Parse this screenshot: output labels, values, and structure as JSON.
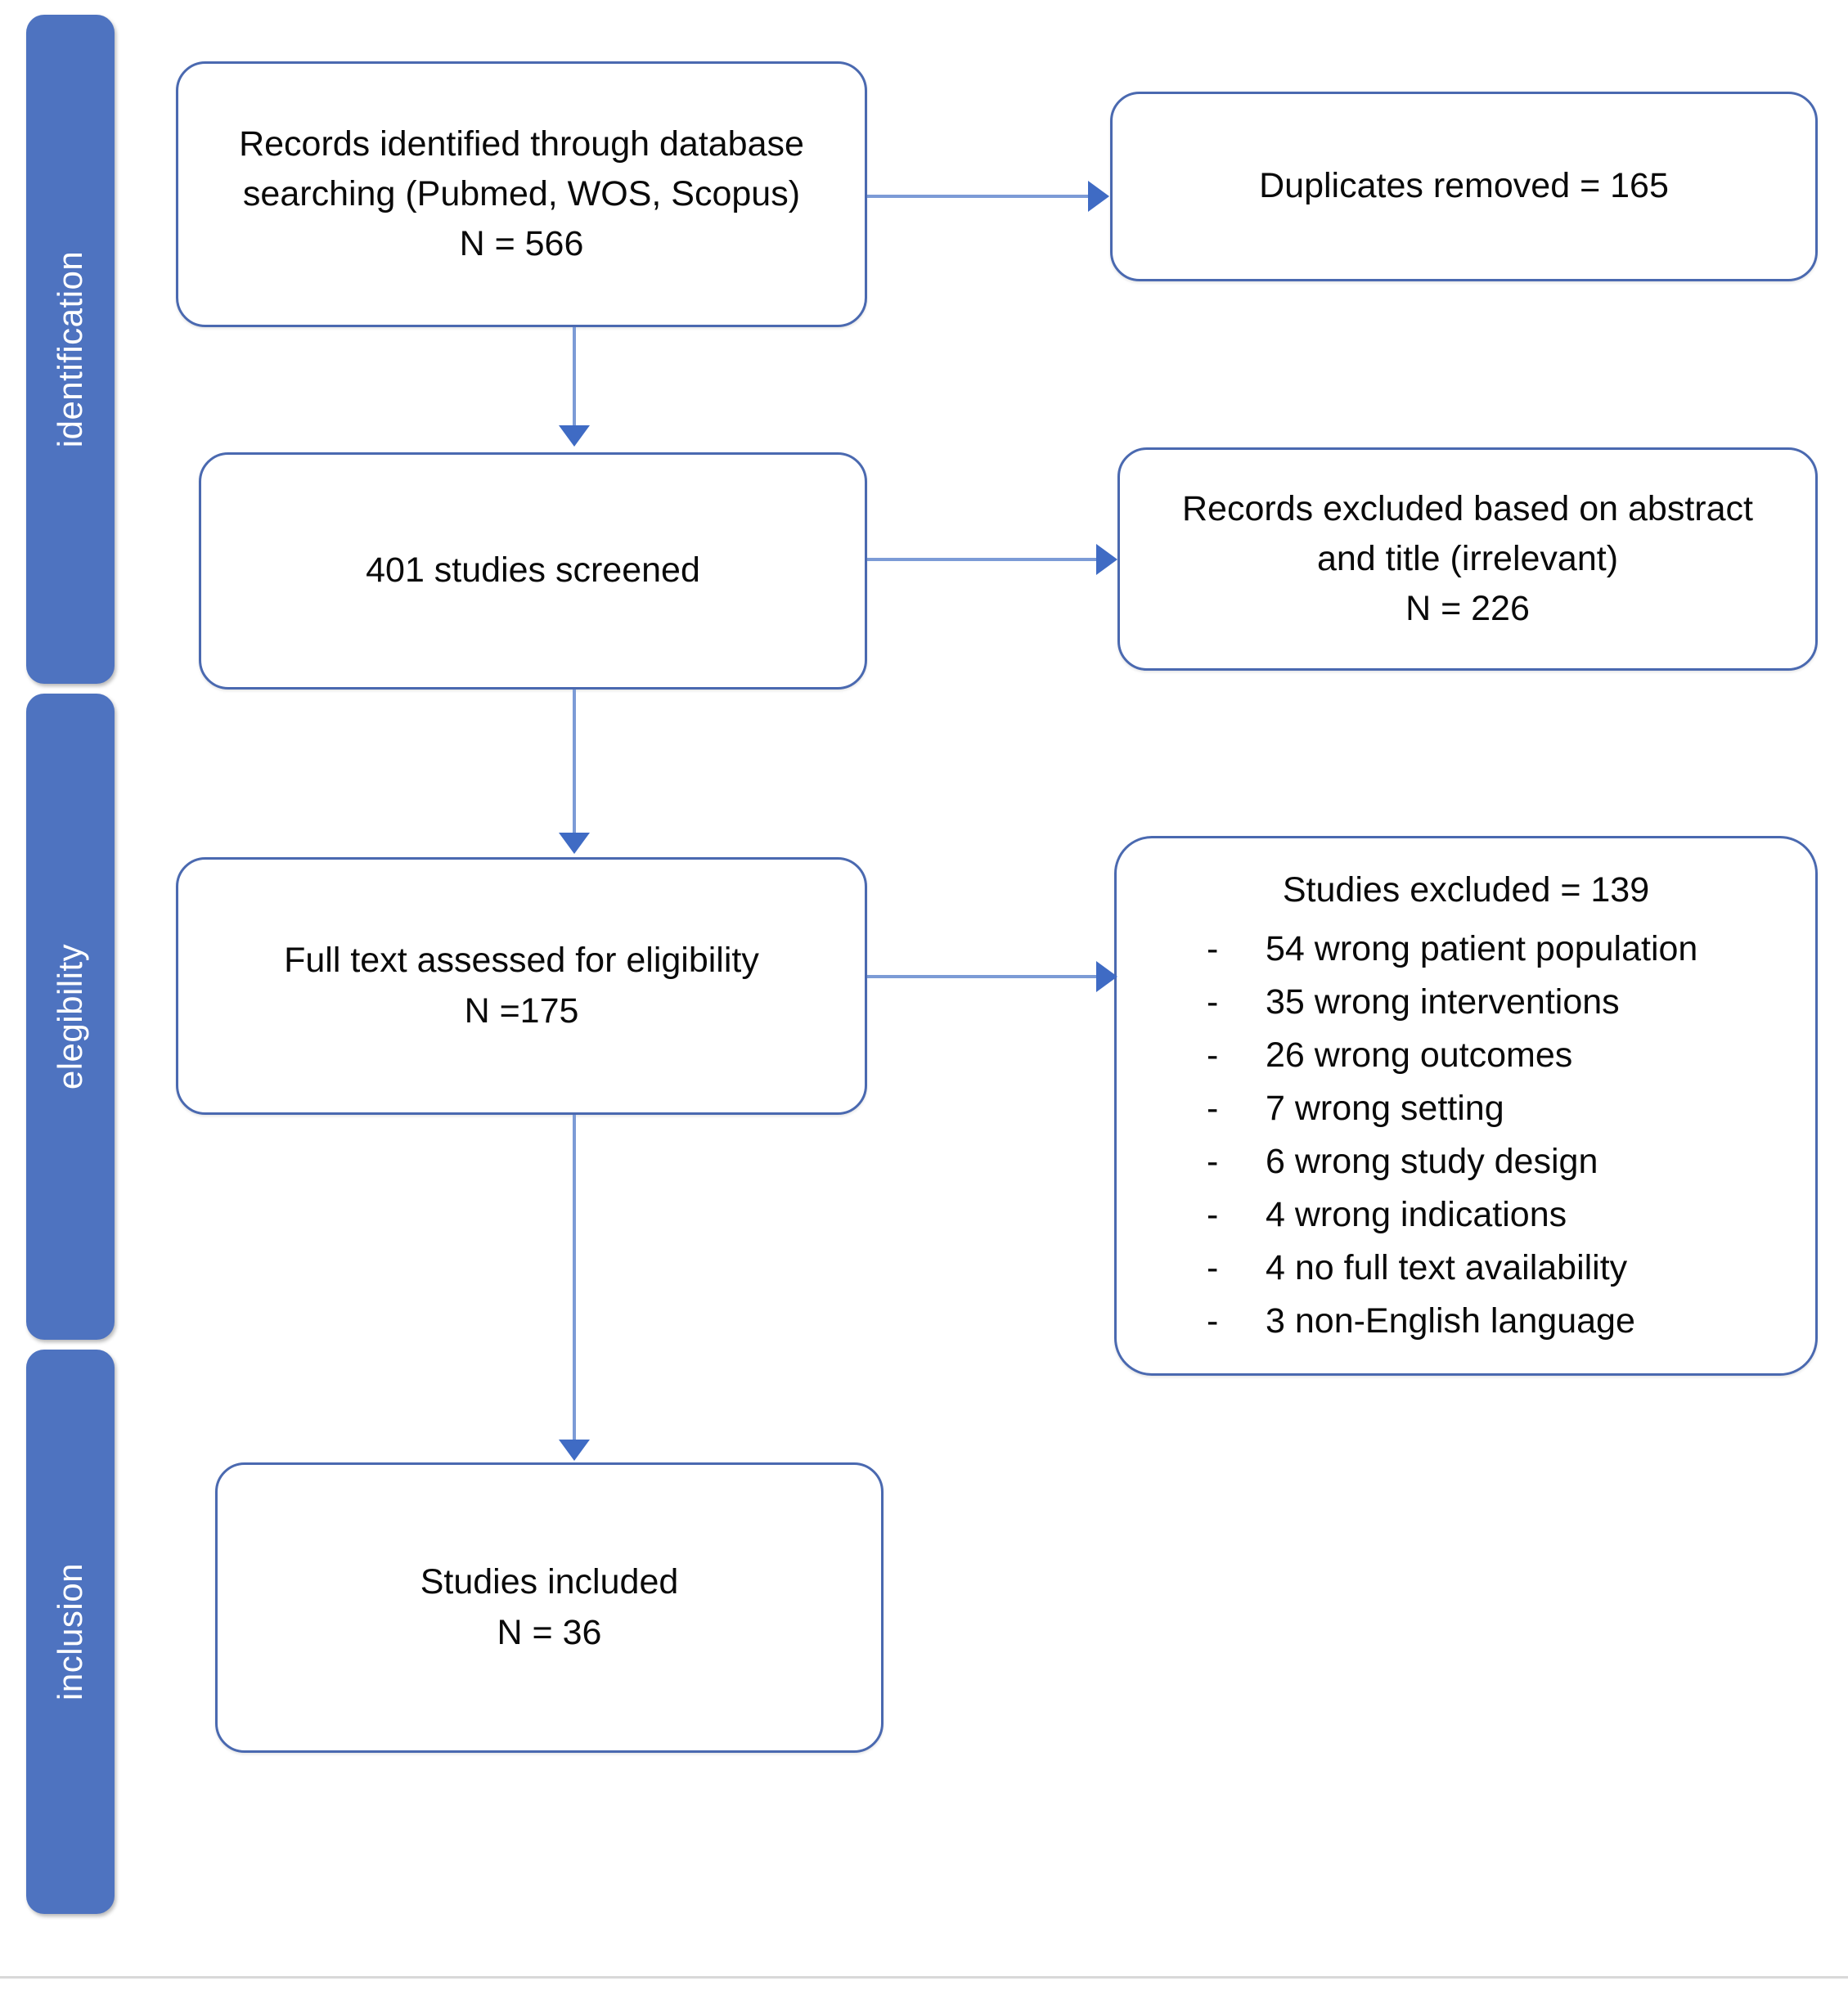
{
  "diagram": {
    "title": "PRISMA study selection flow diagram",
    "colors": {
      "stage_bar_fill": "#4E73C0",
      "stage_bar_text": "#FFFFFF",
      "box_border": "#4A69B0",
      "box_fill": "#FFFFFF",
      "connector_line": "#7C9BD6",
      "arrow_head": "#3F6BC4",
      "bottom_rule": "#D9D9D9"
    }
  },
  "stages": [
    {
      "id": "identification",
      "label": "identification"
    },
    {
      "id": "elegibility",
      "label": "elegibility"
    },
    {
      "id": "inclusion",
      "label": "inclusion"
    }
  ],
  "boxes": {
    "identified": {
      "name": "records-identified-box",
      "lines": [
        "Records identified through database",
        "searching (Pubmed, WOS, Scopus)",
        "N = 566"
      ]
    },
    "duplicates": {
      "name": "duplicates-removed-box",
      "lines": [
        "Duplicates removed = 165"
      ]
    },
    "screened": {
      "name": "studies-screened-box",
      "lines": [
        "401 studies screened"
      ]
    },
    "excluded_abstract": {
      "name": "records-excluded-abstract-box",
      "lines": [
        "Records excluded based on abstract",
        "and title (irrelevant)",
        "N = 226"
      ]
    },
    "fulltext": {
      "name": "full-text-assessed-box",
      "lines": [
        "Full text assessed for eligibility",
        "N =175"
      ]
    },
    "included": {
      "name": "studies-included-box",
      "lines": [
        "Studies included",
        "N = 36"
      ]
    },
    "excluded_list": {
      "name": "studies-excluded-list-box",
      "title": "Studies excluded = 139",
      "bullet": "-",
      "items": [
        "54 wrong patient population",
        "35 wrong interventions",
        "26 wrong outcomes",
        "7 wrong setting",
        "6 wrong study design",
        "4 wrong indications",
        "4 no full text availability",
        "3 non-English language"
      ]
    }
  },
  "chart_data": {
    "type": "table",
    "title": "PRISMA study selection flow",
    "stages": [
      "identification",
      "elegibility",
      "inclusion"
    ],
    "nodes": [
      {
        "id": "identified",
        "label": "Records identified through database searching (Pubmed, WOS, Scopus)",
        "n": 566,
        "stage": "identification"
      },
      {
        "id": "duplicates",
        "label": "Duplicates removed",
        "n": 165,
        "stage": "identification"
      },
      {
        "id": "screened",
        "label": "studies screened",
        "n": 401,
        "stage": "identification"
      },
      {
        "id": "excluded_abstract",
        "label": "Records excluded based on abstract and title (irrelevant)",
        "n": 226,
        "stage": "identification"
      },
      {
        "id": "fulltext",
        "label": "Full text assessed for eligibility",
        "n": 175,
        "stage": "elegibility"
      },
      {
        "id": "excluded_full",
        "label": "Studies excluded",
        "n": 139,
        "stage": "elegibility"
      },
      {
        "id": "included",
        "label": "Studies included",
        "n": 36,
        "stage": "inclusion"
      }
    ],
    "exclusion_reasons": [
      {
        "reason": "wrong patient population",
        "n": 54
      },
      {
        "reason": "wrong interventions",
        "n": 35
      },
      {
        "reason": "wrong outcomes",
        "n": 26
      },
      {
        "reason": "wrong setting",
        "n": 7
      },
      {
        "reason": "wrong study design",
        "n": 6
      },
      {
        "reason": "wrong indications",
        "n": 4
      },
      {
        "reason": "no full text availability",
        "n": 4
      },
      {
        "reason": "non-English language",
        "n": 3
      }
    ],
    "edges": [
      {
        "from": "identified",
        "to": "duplicates"
      },
      {
        "from": "identified",
        "to": "screened"
      },
      {
        "from": "screened",
        "to": "excluded_abstract"
      },
      {
        "from": "screened",
        "to": "fulltext"
      },
      {
        "from": "fulltext",
        "to": "excluded_full"
      },
      {
        "from": "fulltext",
        "to": "included"
      }
    ]
  }
}
